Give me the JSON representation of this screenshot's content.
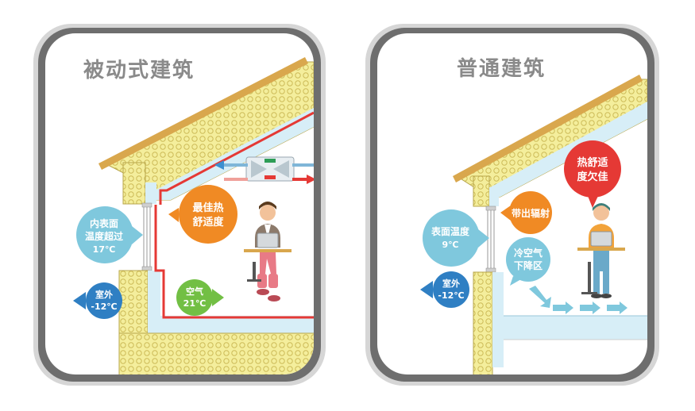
{
  "left_panel": {
    "title": "被动式建筑",
    "bubble_best_comfort": [
      "最佳热",
      "舒适度"
    ],
    "bubble_inner_surface": [
      "内表面",
      "温度超过",
      "17℃"
    ],
    "bubble_outdoor": [
      "室外",
      "-12℃"
    ],
    "bubble_air": [
      "空气",
      "21℃"
    ]
  },
  "right_panel": {
    "title": "普通建筑",
    "bubble_poor_comfort": [
      "热舒适",
      "度欠佳"
    ],
    "bubble_radiation": [
      "带出辐射"
    ],
    "bubble_surface": [
      "表面温度",
      "9℃"
    ],
    "bubble_cold_air": [
      "冷空气",
      "下降区"
    ],
    "bubble_outdoor": [
      "室外",
      "-12℃"
    ]
  },
  "colors": {
    "frame_dark": "#6b6b6b",
    "frame_light": "#d9d9d9",
    "insulation": "#f4ee9c",
    "insulation_border": "#b7a54a",
    "wall_blue": "#d7eef7",
    "roof_tan": "#d9a74d",
    "red": "#e53935",
    "orange": "#f08a24",
    "light_blue": "#7fc8dd",
    "blue": "#2f7fc3",
    "green": "#72bf44"
  }
}
